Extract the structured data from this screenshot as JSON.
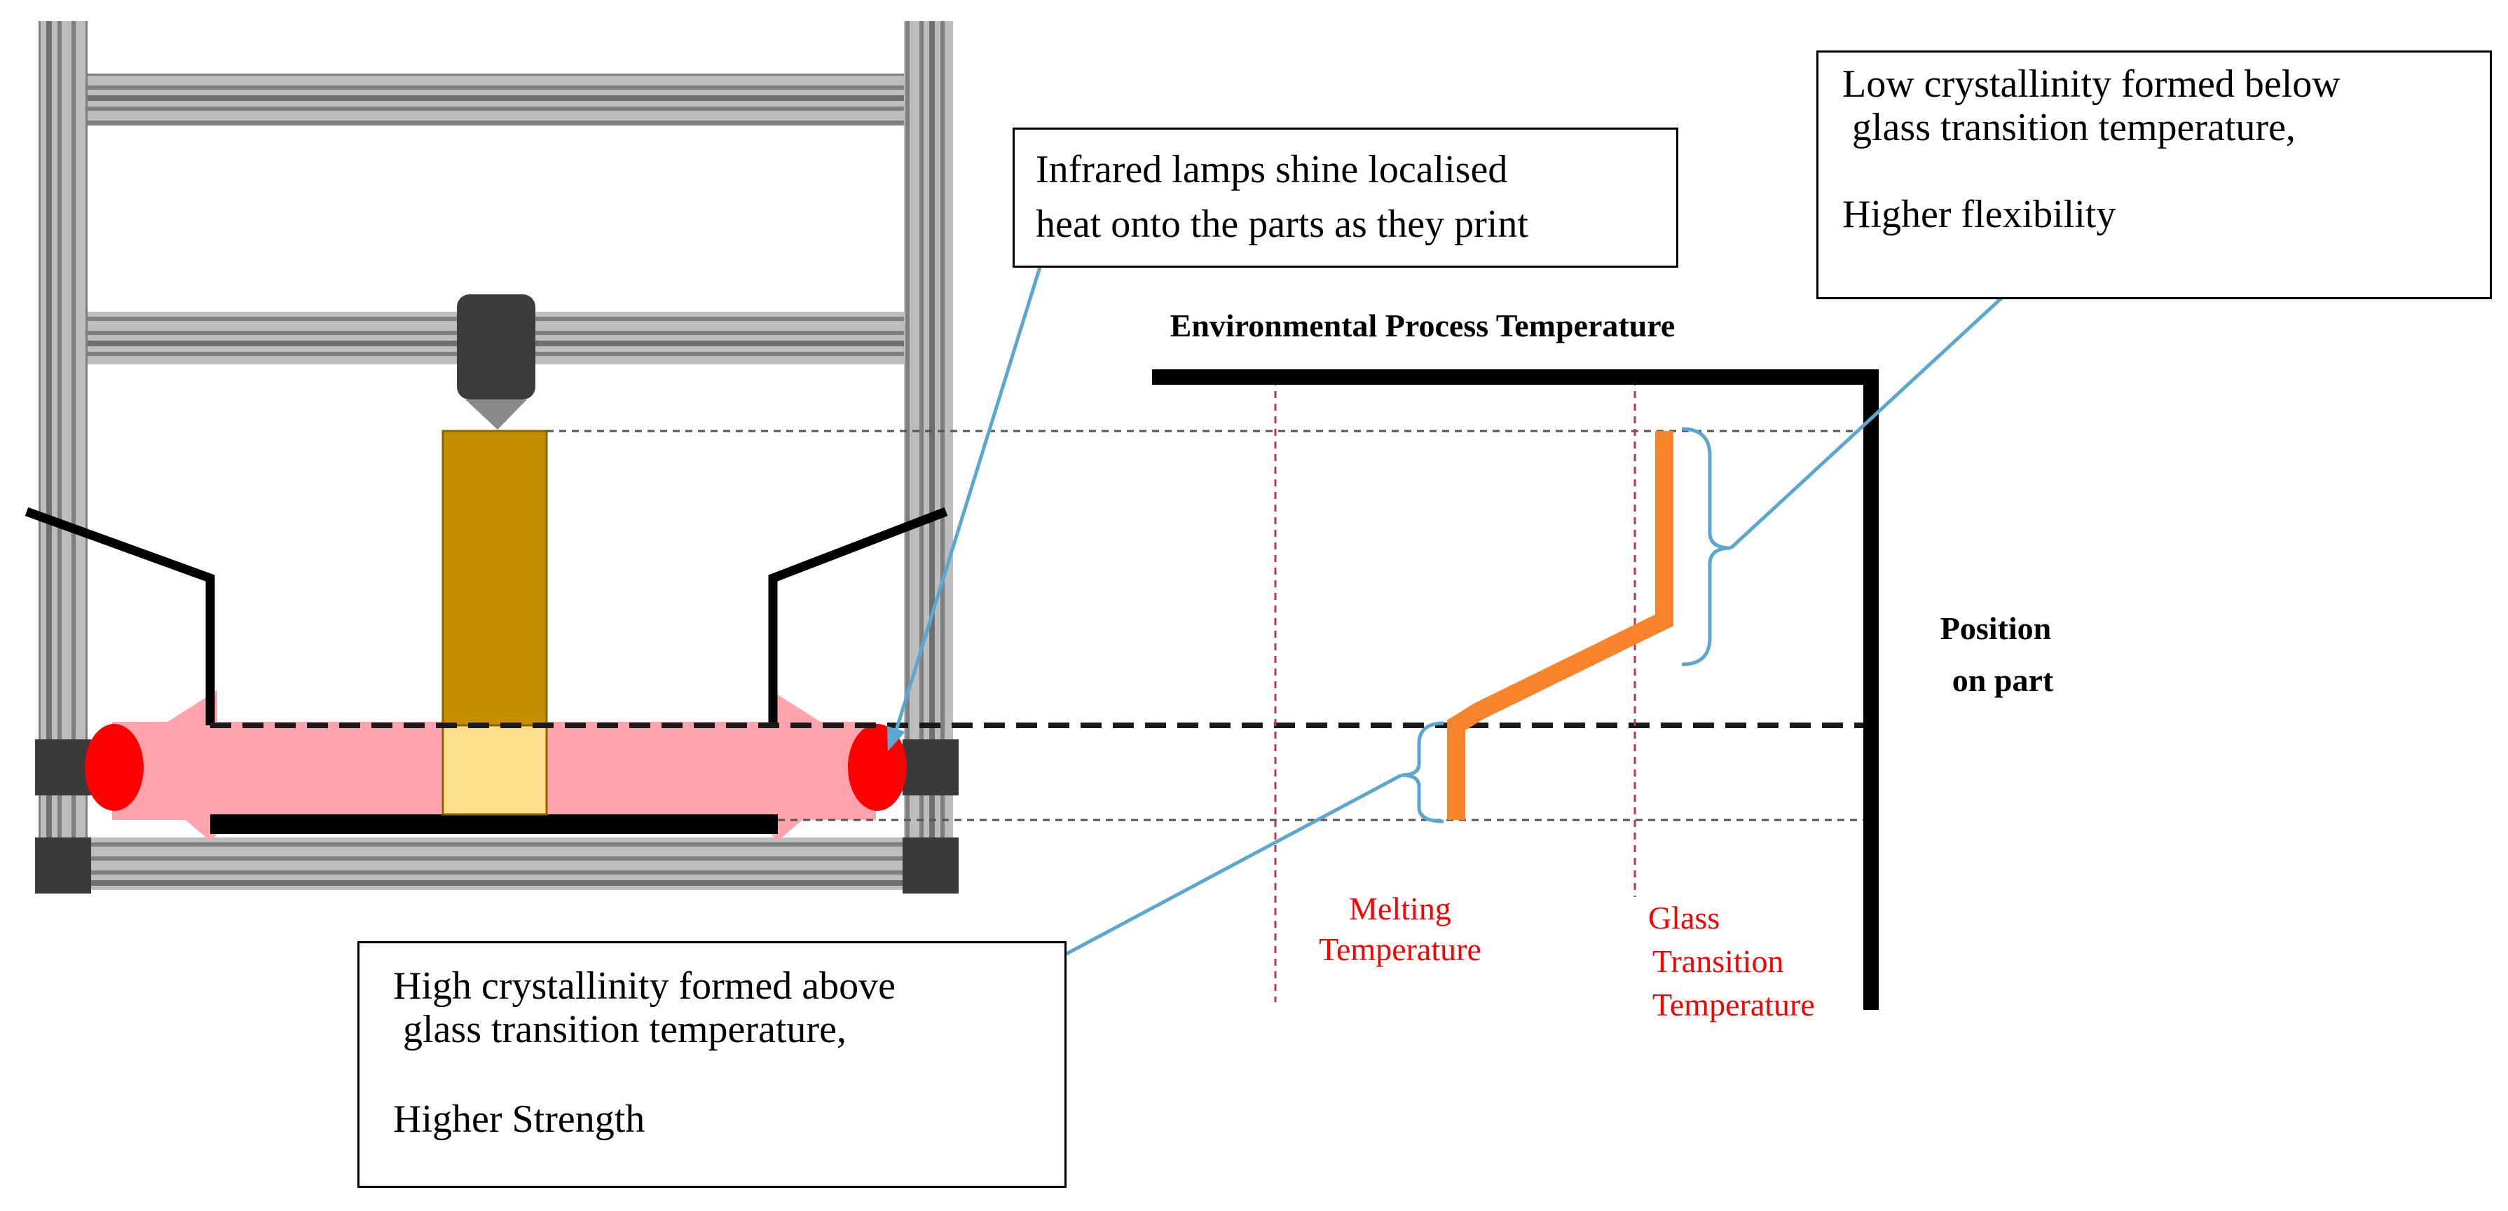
{
  "callouts": {
    "lamps": {
      "line1": "Infrared lamps shine localised",
      "line2": "heat onto the parts as they print"
    },
    "low_crystallinity": {
      "line1": "Low crystallinity formed below",
      "line2": "glass transition temperature,",
      "line3": "Higher flexibility"
    },
    "high_crystallinity": {
      "line1": "High crystallinity formed above",
      "line2": "glass transition temperature,",
      "line3": "Higher Strength"
    }
  },
  "graph": {
    "x_axis_title": "Environmental Process Temperature",
    "y_axis_title_line1": "Position",
    "y_axis_title_line2": "on part",
    "melting_line1": "Melting",
    "melting_line2": "Temperature",
    "glass_line1": "Glass",
    "glass_line2": "Transition",
    "glass_line3": "Temperature"
  },
  "colors": {
    "frame_rail": "#a6a6a6",
    "frame_rail_dark": "#7f7f7f",
    "frame_block": "#3a3a3a",
    "nozzle": "#3c3c3c",
    "part_printed": "#c58f00",
    "part_fresh": "#ffe08a",
    "heat_glow": "#ffa3ad",
    "lamp": "#ff0000",
    "leader_line": "#5aa7d2",
    "temperature_profile": "#f7832a",
    "reference_line": "#c0364b",
    "reference_label": "#ff0000"
  }
}
